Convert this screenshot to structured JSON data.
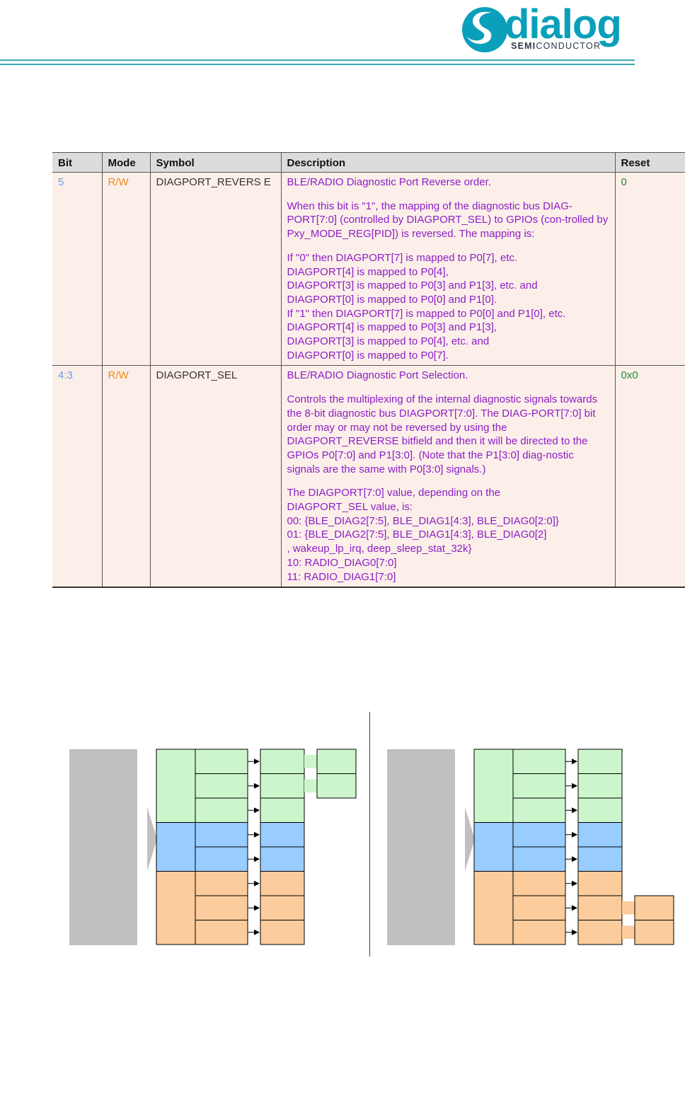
{
  "header": {
    "logo_text": "dialog",
    "logo_sub_bold": "SEMI",
    "logo_sub_rest": "CONDUCTOR",
    "accent": "#3aa8b4"
  },
  "table": {
    "headers": [
      "Bit",
      "Mode",
      "Symbol",
      "Description",
      "Reset"
    ],
    "rows": [
      {
        "bit": "5",
        "mode": "R/W",
        "symbol": "DIAGPORT_REVERS E",
        "desc_title": "BLE/RADIO Diagnostic Port Reverse order.",
        "desc_p1": "When this bit is \"1\", the mapping of the diagnostic bus DIAG-PORT[7:0] (controlled by DIAGPORT_SEL) to GPIOs (con-trolled by Pxy_MODE_REG[PID]) is reversed. The mapping is:",
        "desc_lines": [
          "If \"0\" then DIAGPORT[7] is mapped to P0[7], etc.",
          "DIAGPORT[4] is mapped to P0[4],",
          "DIAGPORT[3] is mapped to P0[3] and P1[3], etc. and",
          "DIAGPORT[0] is mapped to P0[0] and P1[0].",
          "If \"1\" then DIAGPORT[7] is mapped to P0[0] and P1[0], etc.",
          "DIAGPORT[4] is mapped to P0[3] and P1[3],",
          "DIAGPORT[3] is mapped to P0[4], etc. and",
          "DIAGPORT[0] is mapped to P0[7]."
        ],
        "reset": "0"
      },
      {
        "bit": "4:3",
        "mode": "R/W",
        "symbol": "DIAGPORT_SEL",
        "desc_title": "BLE/RADIO Diagnostic Port Selection.",
        "desc_p1": "Controls the multiplexing of the internal diagnostic signals towards the 8-bit diagnostic bus DIAGPORT[7:0]. The DIAG-PORT[7:0] bit order may or may not be reversed by using the DIAGPORT_REVERSE bitfield and then it will be directed to the GPIOs P0[7:0] and P1[3:0]. (Note that the P1[3:0] diag-nostic signals are the same with P0[3:0] signals.)",
        "desc_lines": [
          "The DIAGPORT[7:0] value, depending on the",
          "DIAGPORT_SEL value, is:",
          "00: {BLE_DIAG2[7:5], BLE_DIAG1[4:3], BLE_DIAG0[2:0]}",
          "01: {BLE_DIAG2[7:5], BLE_DIAG1[4:3], BLE_DIAG0[2]",
          ", wakeup_lp_irq, deep_sleep_stat_32k}",
          "10: RADIO_DIAG0[7:0]",
          "11: RADIO_DIAG1[7:0]"
        ],
        "reset": "0x0"
      }
    ],
    "colors": {
      "bit": "#6b9ae8",
      "mode": "#f08a1a",
      "desc": "#8b1ec9",
      "reset": "#1e8c2e"
    }
  },
  "figure": {
    "colors": {
      "green": "#ccf5cc",
      "blue": "#99ccff",
      "orange": "#fccc9c",
      "gray": "#c0c0c0"
    },
    "left_panel": {
      "mapping": "normal"
    },
    "right_panel": {
      "mapping": "reversed"
    }
  }
}
